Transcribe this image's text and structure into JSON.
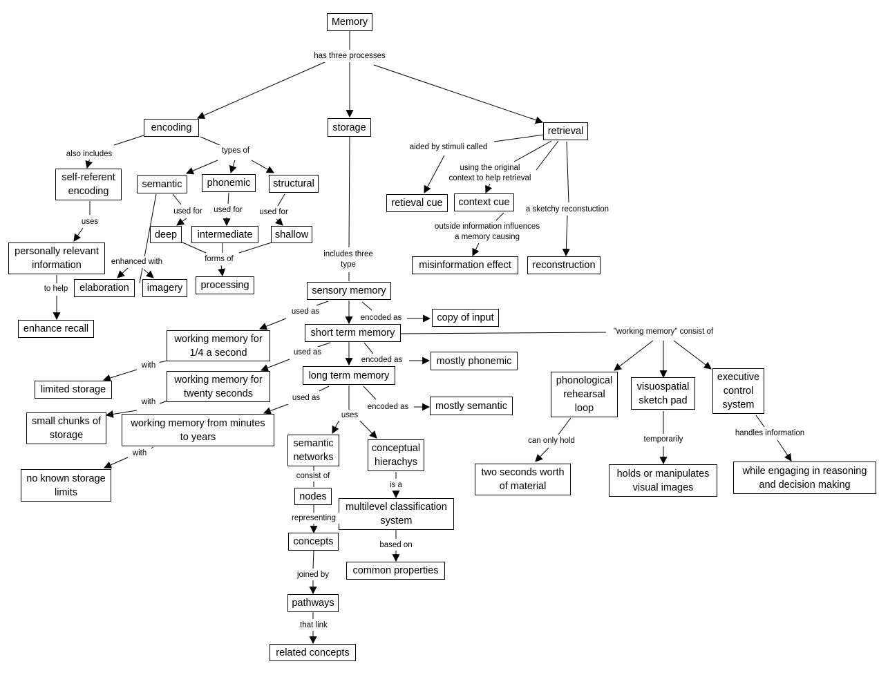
{
  "concepts": {
    "memory": "Memory",
    "encoding": "encoding",
    "storage": "storage",
    "retrieval": "retrieval",
    "self_referent_encoding": [
      "self-referent",
      "encoding"
    ],
    "semantic": "semantic",
    "phonemic": "phonemic",
    "structural": "structural",
    "deep": "deep",
    "intermediate": "intermediate",
    "shallow": "shallow",
    "personally_relevant_information": [
      "personally relevant",
      "information"
    ],
    "processing": "processing",
    "elaboration": "elaboration",
    "imagery": "imagery",
    "enhance_recall": "enhance recall",
    "retieval_cue": "retieval cue",
    "context_cue": "context cue",
    "misinformation_effect": "misinformation effect",
    "reconstruction": "reconstruction",
    "sensory_memory": "sensory memory",
    "copy_of_input": "copy of input",
    "short_term_memory": "short term memory",
    "working_memory_quarter_second": [
      "working memory for",
      "1/4 a second"
    ],
    "limited_storage": "limited storage",
    "working_memory_twenty_seconds": [
      "working memory for",
      "twenty seconds"
    ],
    "mostly_phonemic": "mostly phonemic",
    "long_term_memory": "long term memory",
    "small_chunks_of_storage": [
      "small chunks of",
      "storage"
    ],
    "working_memory_minutes_to_years": [
      "working memory from minutes",
      "to years"
    ],
    "mostly_semantic": "mostly semantic",
    "no_known_storage_limits": [
      "no known storage",
      "limits"
    ],
    "semantic_networks": [
      "semantic",
      "networks"
    ],
    "conceptual_hierachys": [
      "conceptual",
      "hierachys"
    ],
    "nodes": "nodes",
    "multilevel_classification_system": [
      "multilevel classification",
      "system"
    ],
    "concepts": "concepts",
    "common_properties": "common properties",
    "pathways": "pathways",
    "related_concepts": "related concepts",
    "phonological_rehearsal_loop": [
      "phonological",
      "rehearsal",
      "loop"
    ],
    "visuospatial_sketch_pad": [
      "visuospatial",
      "sketch pad"
    ],
    "executive_control_system": [
      "executive",
      "control",
      "system"
    ],
    "two_seconds_worth_of_material": [
      "two seconds worth",
      "of material"
    ],
    "holds_or_manipulates_visual_images": [
      "holds or manipulates",
      "visual images"
    ],
    "while_engaging_in_reasoning": [
      "while engaging in reasoning",
      "and decision making"
    ]
  },
  "links": {
    "has_three_processes": "has three processes",
    "also_includes": "also includes",
    "types_of": "types of",
    "uses_1": "uses",
    "used_for_1": "used for",
    "used_for_2": "used for",
    "used_for_3": "used for",
    "forms_of": "forms of",
    "enhanced_with": "enhanced with",
    "to_help": "to help",
    "aided_by_stimuli_called": "aided by stimuli called",
    "using_the_original_context": [
      "using the original",
      "context to help retrieval"
    ],
    "a_sketchy_reconstuction": "a sketchy reconstuction",
    "outside_information_influences": [
      "outside information influences",
      "a memory causing"
    ],
    "includes_three_type": [
      "includes three",
      "type"
    ],
    "used_as_1": "used as",
    "encoded_as_1": "encoded as",
    "working_memory_consist_of": "\"working memory\" consist of",
    "with_1": "with",
    "used_as_2": "used as",
    "encoded_as_2": "encoded as",
    "with_2": "with",
    "used_as_3": "used as",
    "encoded_as_3": "encoded as",
    "uses_2": "uses",
    "with_3": "with",
    "consist_of": "consist of",
    "is_a": "is a",
    "representing": "representing",
    "based_on": "based on",
    "joined_by": "joined by",
    "that_link": "that link",
    "can_only_hold": "can only hold",
    "temporarily": "temporarily",
    "handles_information": "handles information"
  }
}
